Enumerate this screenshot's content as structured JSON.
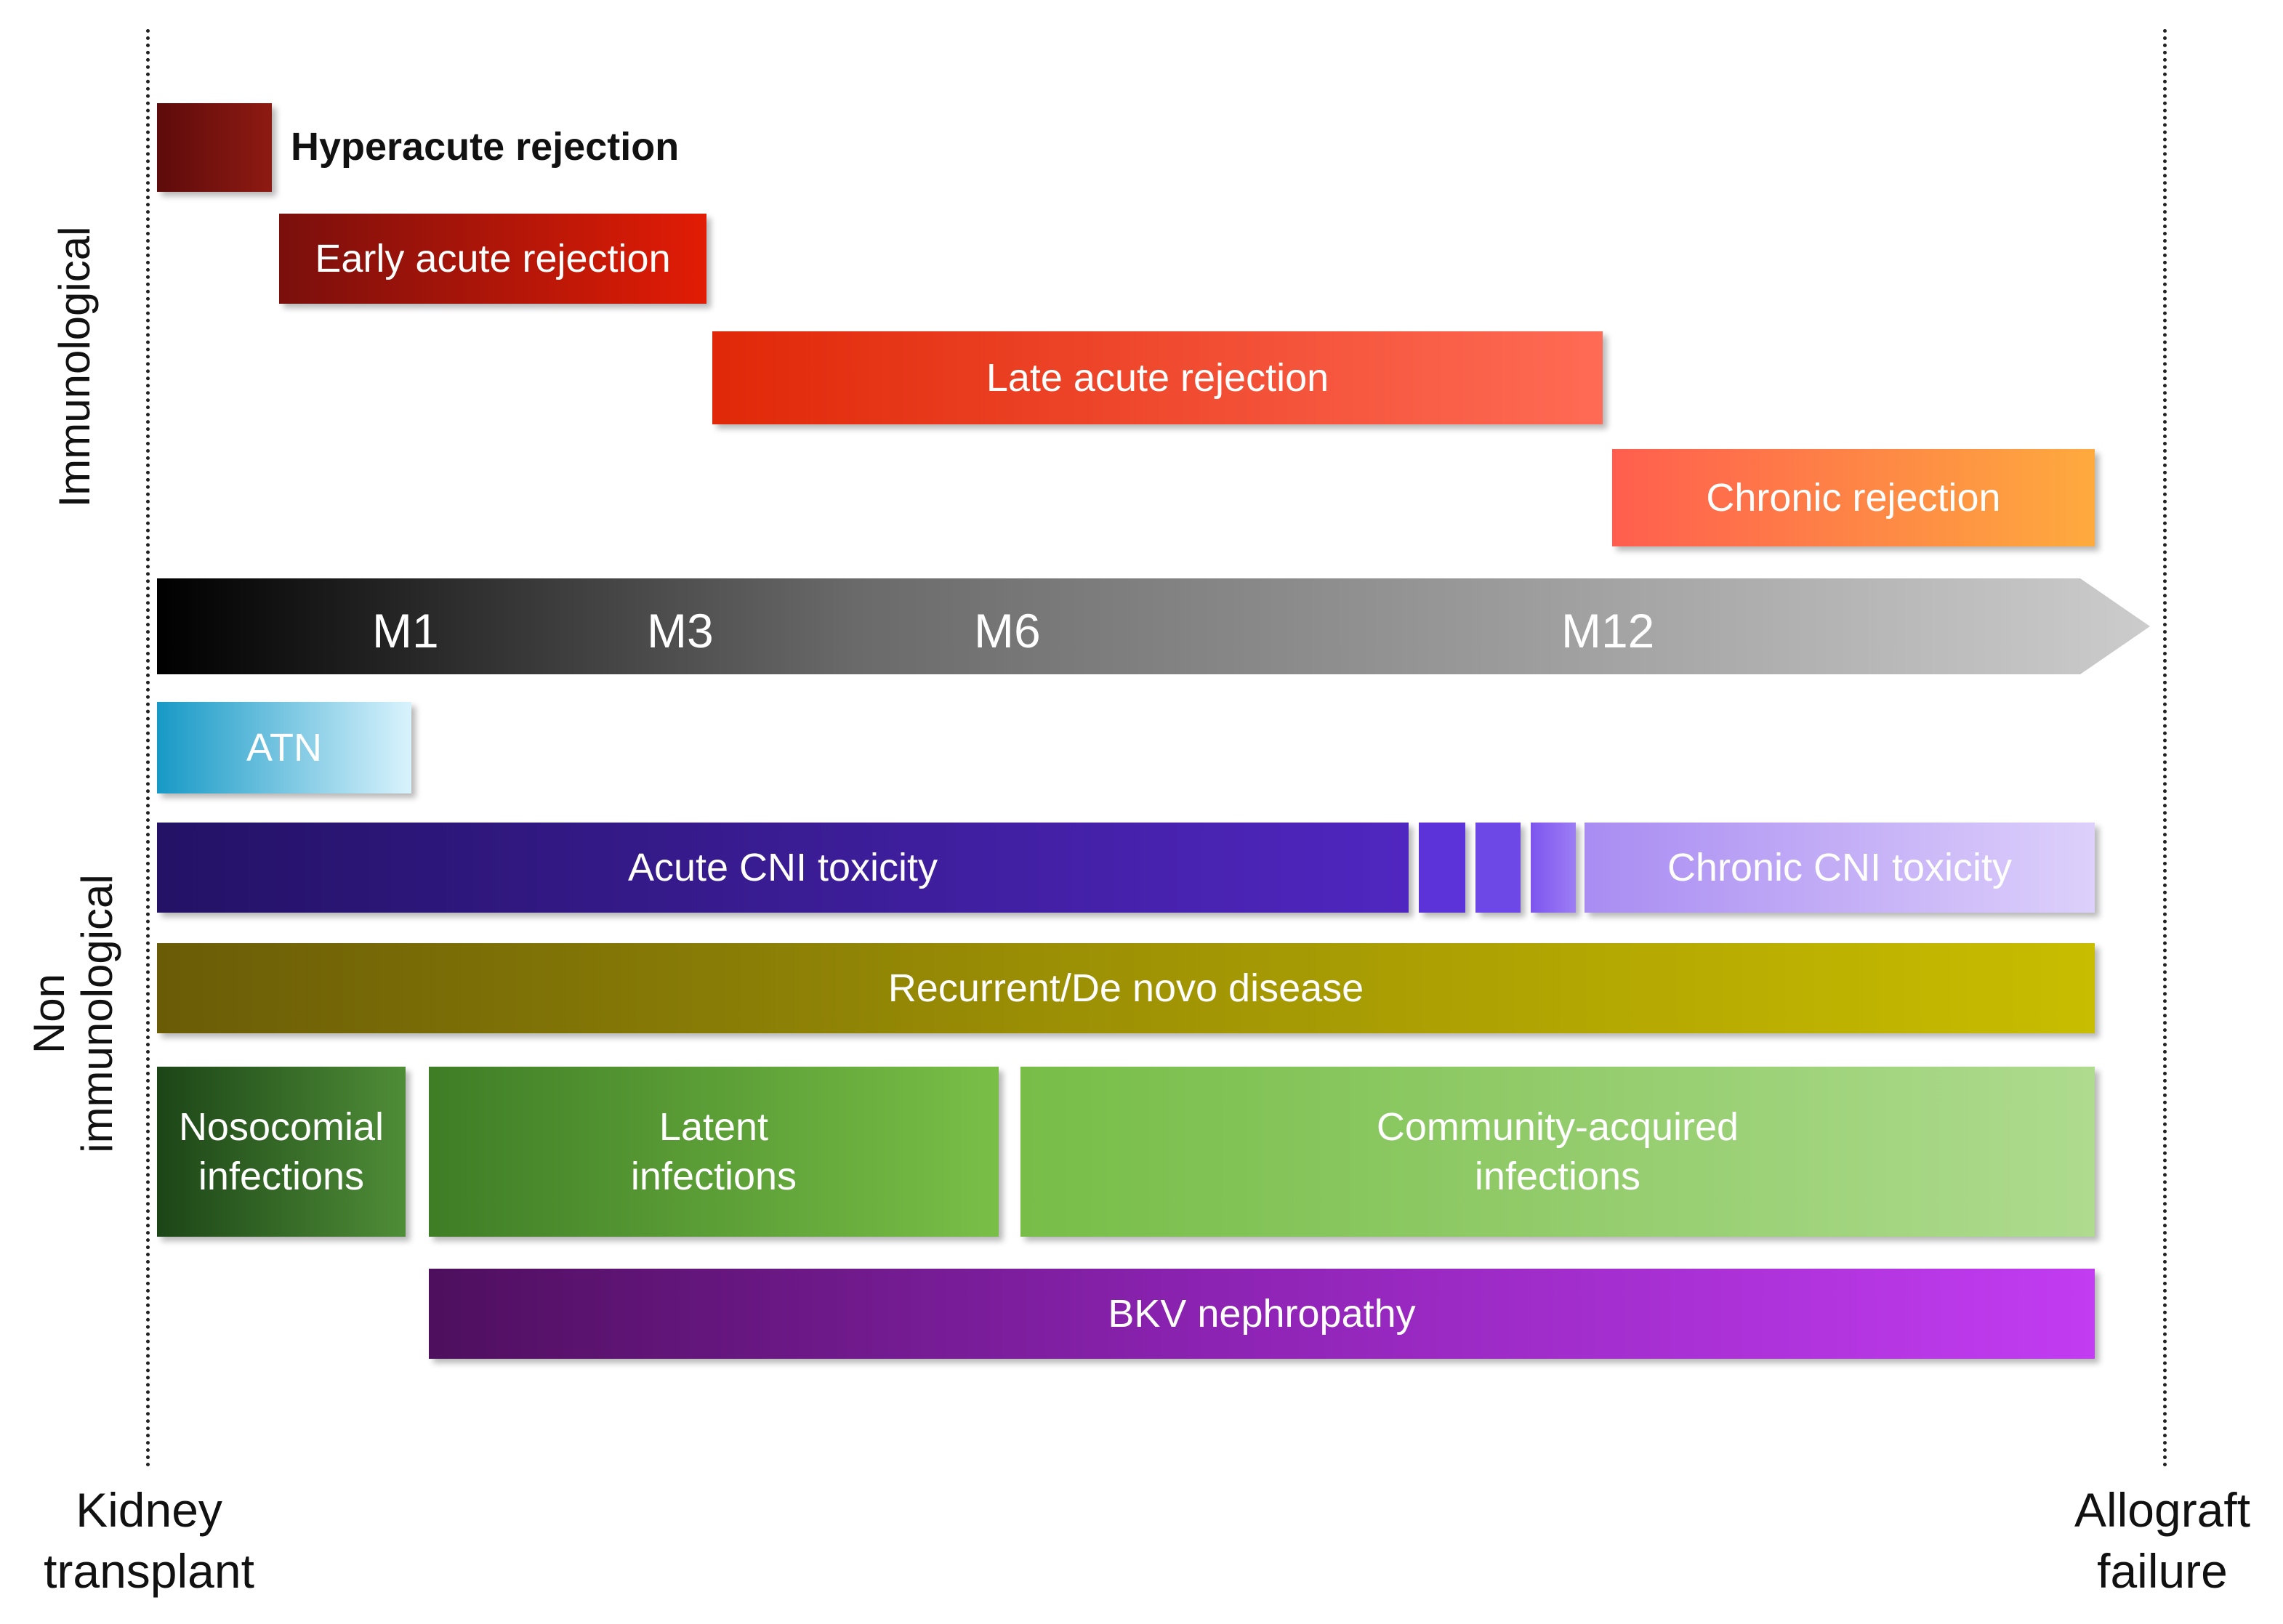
{
  "axis": {
    "side_labels": {
      "immunological": "Immunological",
      "non_immunological": "Non\nimmunological"
    },
    "start_label": "Kidney\ntransplant",
    "end_label": "Allograft\nfailure",
    "timeline_ticks": [
      "M1",
      "M3",
      "M6",
      "M12"
    ]
  },
  "immunological": {
    "hyperacute": "Hyperacute rejection",
    "early_acute": "Early acute rejection",
    "late_acute": "Late acute rejection",
    "chronic": "Chronic rejection"
  },
  "non_immunological": {
    "atn": "ATN",
    "acute_cni": "Acute CNI toxicity",
    "chronic_cni": "Chronic CNI toxicity",
    "recurrent": "Recurrent/De novo disease",
    "nosocomial": "Nosocomial\ninfections",
    "latent": "Latent\ninfections",
    "community": "Community-acquired\ninfections",
    "bkv": "BKV nephropathy"
  },
  "colors": {
    "hyperacute": [
      "#5e0b0b",
      "#8e1a12"
    ],
    "early_acute": [
      "#7a0f0c",
      "#e21c05"
    ],
    "late_acute": [
      "#e02808",
      "#ff6b55"
    ],
    "chronic": [
      "#ff5e4e",
      "#feaa3e"
    ],
    "timeline": [
      "#000000",
      "#c8c8c8"
    ],
    "atn": [
      "#1799c6",
      "#d9f3fd"
    ],
    "acute_cni": [
      "#231266",
      "#5026c0"
    ],
    "chronic_cni": [
      "#a98cf2",
      "#ddd0fb"
    ],
    "recurrent": [
      "#6a5c07",
      "#c9bd00"
    ],
    "nosocomial": [
      "#1c4517",
      "#4f8d37"
    ],
    "latent": [
      "#3f7d26",
      "#79bf47"
    ],
    "community": [
      "#77bd48",
      "#aedb8e"
    ],
    "bkv": [
      "#4e0f5e",
      "#c23cf2"
    ]
  }
}
